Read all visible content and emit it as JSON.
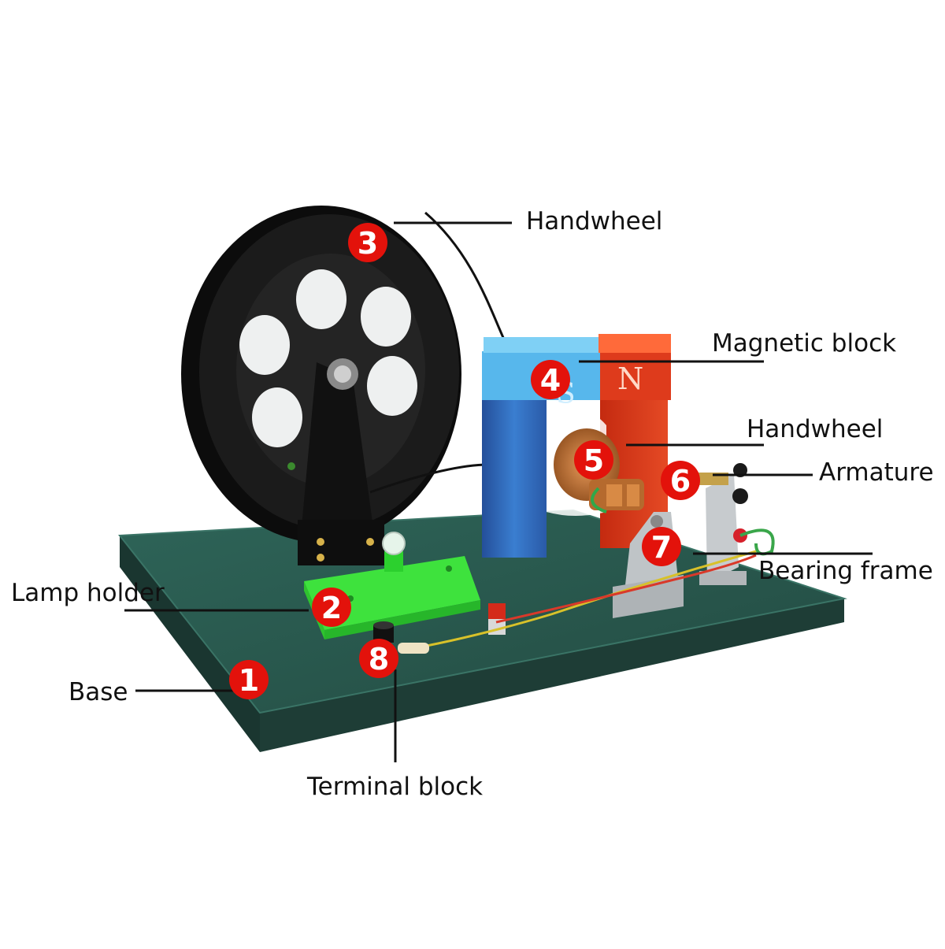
{
  "colors": {
    "marker": "#e3120b",
    "base_green": "#2b5a50",
    "magnet_blue": "#2f6fc0",
    "magnet_red": "#dd3a1a",
    "lamp_green": "#37e83a",
    "wheel_black": "#151515"
  },
  "markers": [
    {
      "number": "1",
      "label": "Base"
    },
    {
      "number": "2",
      "label": "Lamp holder"
    },
    {
      "number": "3",
      "label": "Handwheel"
    },
    {
      "number": "4",
      "label": "Magnetic block"
    },
    {
      "number": "5",
      "label": "Handwheel"
    },
    {
      "number": "6",
      "label": "Armature"
    },
    {
      "number": "7",
      "label": "Bearing frame"
    },
    {
      "number": "8",
      "label": "Terminal block"
    }
  ],
  "magnet": {
    "south": "S",
    "north": "N"
  }
}
